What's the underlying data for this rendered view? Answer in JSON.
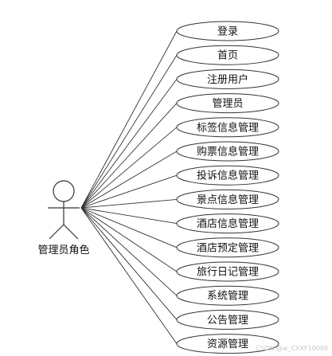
{
  "actor": {
    "label": "管理员角色"
  },
  "use_cases": [
    {
      "label": "登录"
    },
    {
      "label": "首页"
    },
    {
      "label": "注册用户"
    },
    {
      "label": "管理员"
    },
    {
      "label": "标签信息管理"
    },
    {
      "label": "购票信息管理"
    },
    {
      "label": "投诉信息管理"
    },
    {
      "label": "景点信息管理"
    },
    {
      "label": "酒店信息管理"
    },
    {
      "label": "酒店预定管理"
    },
    {
      "label": "旅行日记管理"
    },
    {
      "label": "系统管理"
    },
    {
      "label": "公告管理"
    },
    {
      "label": "资源管理"
    }
  ],
  "watermark": "CSDN @w_CXXF10088",
  "colors": {
    "stroke": "#333333",
    "fill": "#ffffff",
    "text": "#111111"
  }
}
